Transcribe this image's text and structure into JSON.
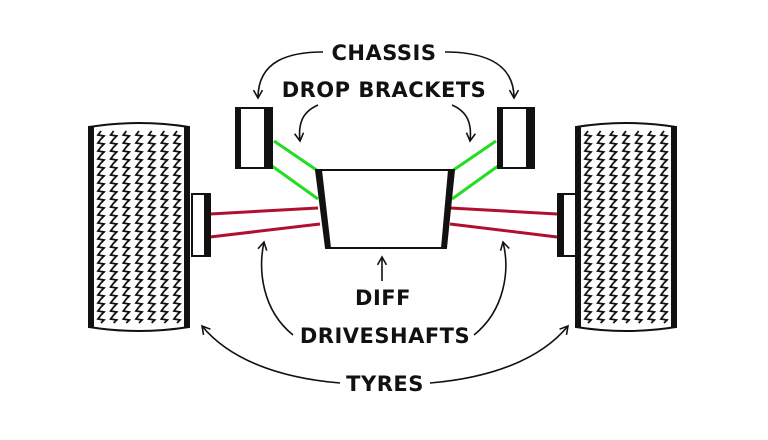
{
  "diagram": {
    "title": "Drivetrain layout",
    "labels": {
      "chassis": "CHASSIS",
      "drop_brackets": "DROP BRACKETS",
      "diff": "DIFF",
      "driveshafts": "DRIVESHAFTS",
      "tyres": "TYRES"
    },
    "colors": {
      "outline": "#111111",
      "drop_bracket_links": "#22dd22",
      "driveshafts": "#b01030",
      "background": "#ffffff"
    },
    "components": [
      "left-tyre",
      "right-tyre",
      "left-hub",
      "right-hub",
      "left-chassis-bracket",
      "right-chassis-bracket",
      "differential",
      "drop-bracket-links",
      "driveshafts"
    ]
  }
}
